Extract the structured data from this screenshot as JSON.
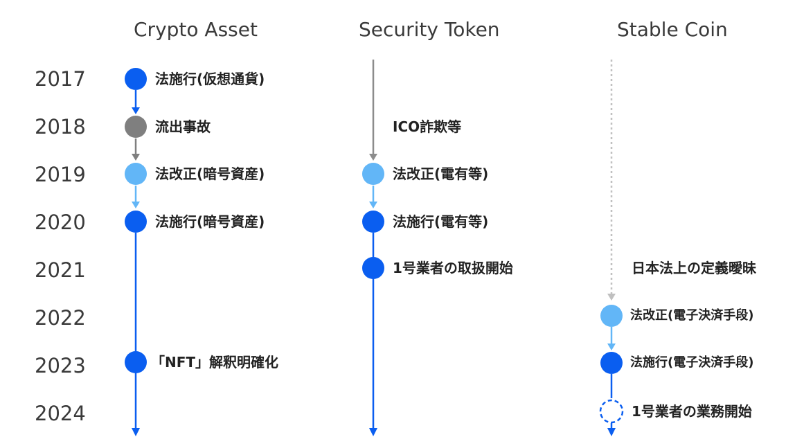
{
  "columns": [
    {
      "title": "Crypto Asset"
    },
    {
      "title": "Security Token"
    },
    {
      "title": "Stable Coin"
    }
  ],
  "years": [
    "2017",
    "2018",
    "2019",
    "2020",
    "2021",
    "2022",
    "2023",
    "2024"
  ],
  "colors": {
    "enforced": "#0a5ef0",
    "amended": "#62b6f7",
    "incident": "#7f7f7f",
    "line_gray": "#8c8c8c",
    "dotted_gray": "#c0c0c0"
  },
  "crypto_asset": {
    "e2017": "法施行(仮想通貨)",
    "e2018": "流出事故",
    "e2019": "法改正(暗号資産)",
    "e2020": "法施行(暗号資産)",
    "e2023": "「NFT」解釈明確化"
  },
  "security_token": {
    "e2018": "ICO詐欺等",
    "e2019": "法改正(電有等)",
    "e2020": "法施行(電有等)",
    "e2021": "1号業者の取扱開始"
  },
  "stable_coin": {
    "e2021": "日本法上の定義曖昧",
    "e2022": "法改正(電子決済手段)",
    "e2023": "法施行(電子決済手段)",
    "e2024": "1号業者の業務開始"
  }
}
